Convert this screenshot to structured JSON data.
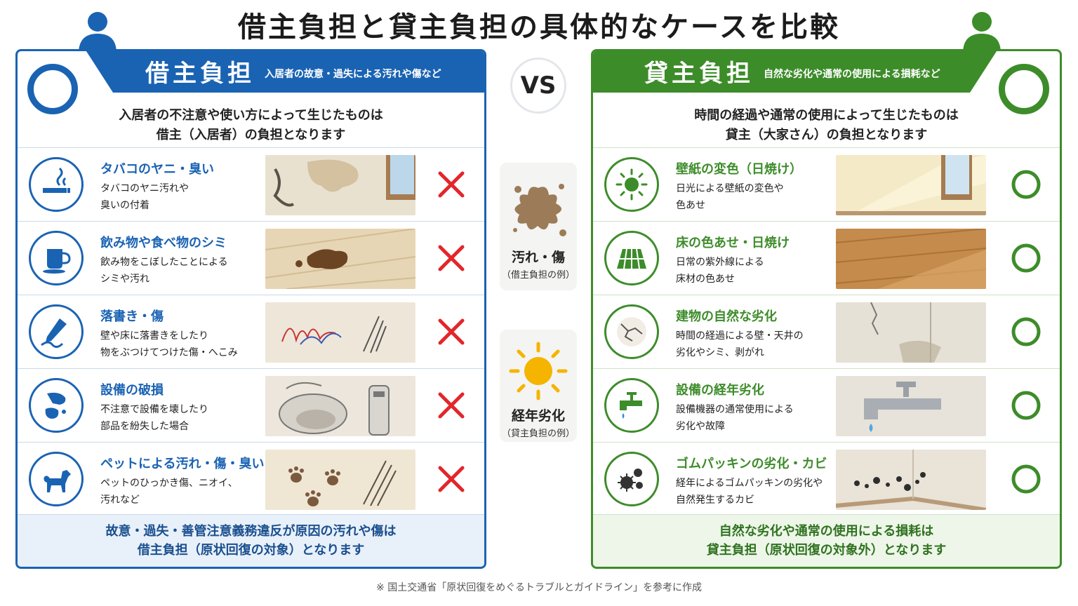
{
  "title": "借主負担と貸主負担の具体的なケースを比較",
  "vs": "VS",
  "colors": {
    "tenant": "#1a63b3",
    "landlord": "#3d8c2a",
    "cross": "#e2262b"
  },
  "left": {
    "title": "借主負担",
    "subtitle": "入居者の故意・過失による汚れや傷など",
    "intro_line1": "入居者の不注意や使い方によって生じたものは",
    "intro_line2": "借主（入居者）の負担となります",
    "items": [
      {
        "title": "タバコのヤニ・臭い",
        "desc1": "タバコのヤニ汚れや",
        "desc2": "臭いの付着",
        "icon": "cigarette-icon",
        "mark": "cross"
      },
      {
        "title": "飲み物や食べ物のシミ",
        "desc1": "飲み物をこぼしたことによる",
        "desc2": "シミや汚れ",
        "icon": "cup-icon",
        "mark": "cross"
      },
      {
        "title": "落書き・傷",
        "desc1": "壁や床に落書きをしたり",
        "desc2": "物をぶつけてつけた傷・へこみ",
        "icon": "crayon-icon",
        "mark": "cross"
      },
      {
        "title": "設備の破損",
        "desc1": "不注意で設備を壊したり",
        "desc2": "部品を紛失した場合",
        "icon": "broken-item-icon",
        "mark": "cross"
      },
      {
        "title": "ペットによる汚れ・傷・臭い",
        "desc1": "ペットのひっかき傷、ニオイ、",
        "desc2": "汚れなど",
        "icon": "dog-icon",
        "mark": "cross"
      }
    ],
    "footer_line1": "故意・過失・善管注意義務違反が原因の汚れや傷は",
    "footer_line2": "借主負担（原状回復の対象）となります"
  },
  "right": {
    "title": "貸主負担",
    "subtitle": "自然な劣化や通常の使用による損耗など",
    "intro_line1": "時間の経過や通常の使用によって生じたものは",
    "intro_line2": "貸主（大家さん）の負担となります",
    "items": [
      {
        "title": "壁紙の変色（日焼け）",
        "desc1": "日光による壁紙の変色や",
        "desc2": "色あせ",
        "icon": "sun-icon",
        "mark": "circle"
      },
      {
        "title": "床の色あせ・日焼け",
        "desc1": "日常の紫外線による",
        "desc2": "床材の色あせ",
        "icon": "floor-tile-icon",
        "mark": "circle"
      },
      {
        "title": "建物の自然な劣化",
        "desc1": "時間の経過による壁・天井の",
        "desc2": "劣化やシミ、剥がれ",
        "icon": "wall-crack-icon",
        "mark": "circle"
      },
      {
        "title": "設備の経年劣化",
        "desc1": "設備機器の通常使用による",
        "desc2": "劣化や故障",
        "icon": "faucet-icon",
        "mark": "circle"
      },
      {
        "title": "ゴムパッキンの劣化・カビ",
        "desc1": "経年によるゴムパッキンの劣化や",
        "desc2": "自然発生するカビ",
        "icon": "mold-icon",
        "mark": "circle"
      }
    ],
    "footer_line1": "自然な劣化や通常の使用による損耗は",
    "footer_line2": "貸主負担（原状回復の対象外）となります"
  },
  "legend": {
    "stain_title": "汚れ・傷",
    "stain_sub": "（借主負担の例）",
    "aging_title": "経年劣化",
    "aging_sub": "（貸主負担の例）"
  },
  "note": "※ 国土交通省「原状回復をめぐるトラブルとガイドライン」を参考に作成"
}
